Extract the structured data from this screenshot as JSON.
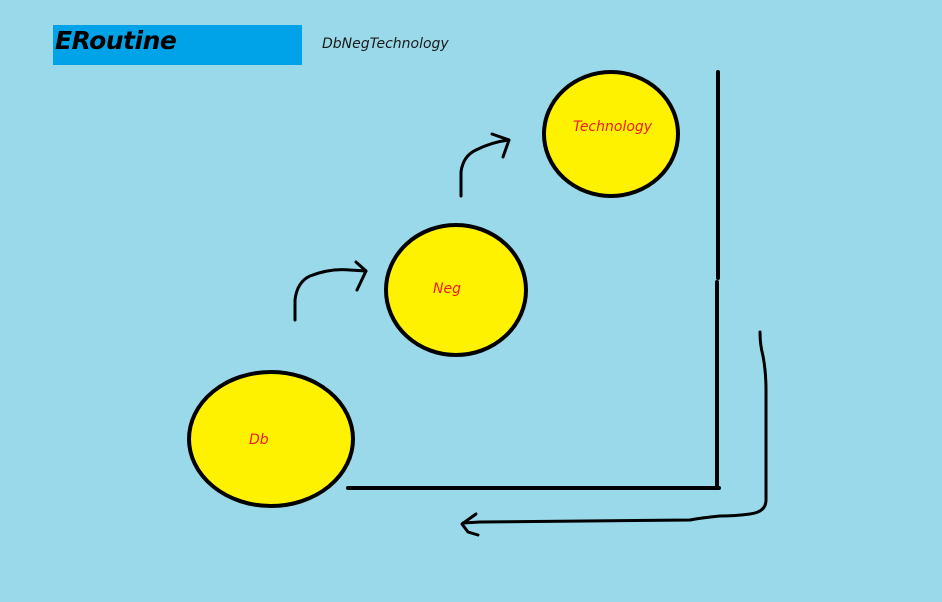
{
  "header": {
    "title": "ERoutine",
    "subtitle": "DbNegTechnology"
  },
  "nodes": [
    {
      "id": "db",
      "label": "Db"
    },
    {
      "id": "neg",
      "label": "Neg"
    },
    {
      "id": "technology",
      "label": "Technology"
    }
  ],
  "colors": {
    "background": "#99d9ea",
    "title_box": "#00a2e8",
    "node_fill": "#fff200",
    "node_label": "#ed1c24",
    "stroke": "#000000"
  }
}
